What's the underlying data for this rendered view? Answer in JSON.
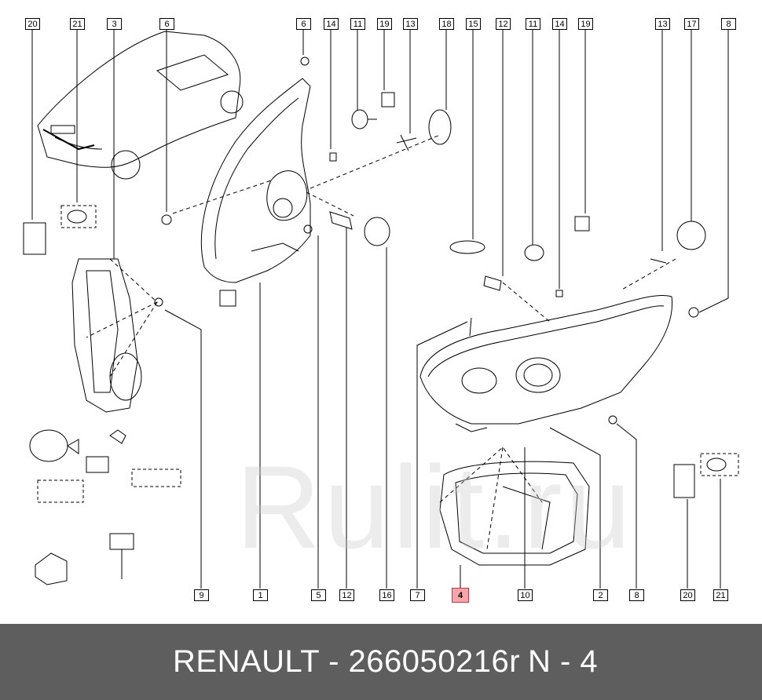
{
  "callouts_top": [
    "20",
    "21",
    "3",
    "6",
    "6",
    "14",
    "11",
    "19",
    "13",
    "18",
    "15",
    "12",
    "11",
    "14",
    "19",
    "13",
    "17",
    "8"
  ],
  "callouts_bottom": [
    "9",
    "1",
    "5",
    "12",
    "16",
    "7",
    "4",
    "10",
    "2",
    "8",
    "20",
    "21"
  ],
  "highlight_label": "4",
  "watermark": "Rulit.ru",
  "footer": {
    "part_text": "RENAULT - 266050216r",
    "number_text": "N - 4"
  },
  "colors": {
    "footer_bg": "#5e5e5e",
    "highlight": "#f4a6aa",
    "highlight_border": "#c8323c"
  }
}
